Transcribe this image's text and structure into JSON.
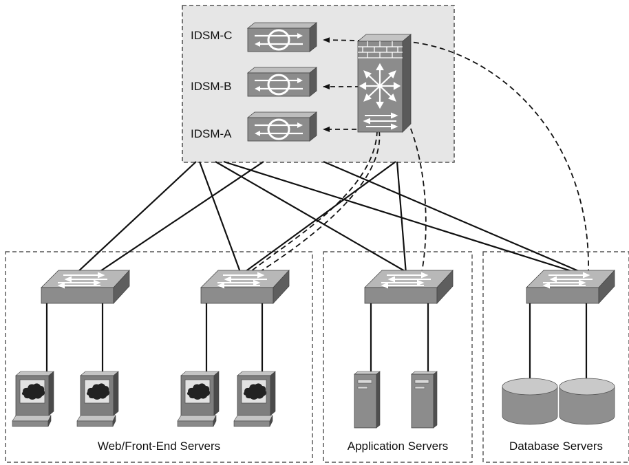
{
  "colors": {
    "background": "#ffffff",
    "shaded_box": "#e6e6e6",
    "device_gray": "#8c8c8c",
    "device_dark": "#5f5f5f",
    "line": "#111111"
  },
  "modules": [
    {
      "label": "IDSM-C",
      "icon": "idsm-module-icon"
    },
    {
      "label": "IDSM-B",
      "icon": "idsm-module-icon"
    },
    {
      "label": "IDSM-A",
      "icon": "idsm-module-icon"
    }
  ],
  "core_device": {
    "icon": "firewall-switch-icon"
  },
  "segments": [
    {
      "label": "Web/Front-End Servers"
    },
    {
      "label": "Application Servers"
    },
    {
      "label": "Database Servers"
    }
  ],
  "switches": [
    {
      "icon": "switch-icon",
      "segment": 0
    },
    {
      "icon": "switch-icon",
      "segment": 0
    },
    {
      "icon": "switch-icon",
      "segment": 1
    },
    {
      "icon": "switch-icon",
      "segment": 2
    }
  ],
  "servers": {
    "web": {
      "icon": "web-server-icon",
      "count": 4
    },
    "application": {
      "icon": "tower-server-icon",
      "count": 2
    },
    "database": {
      "icon": "database-icon",
      "count": 2
    }
  }
}
